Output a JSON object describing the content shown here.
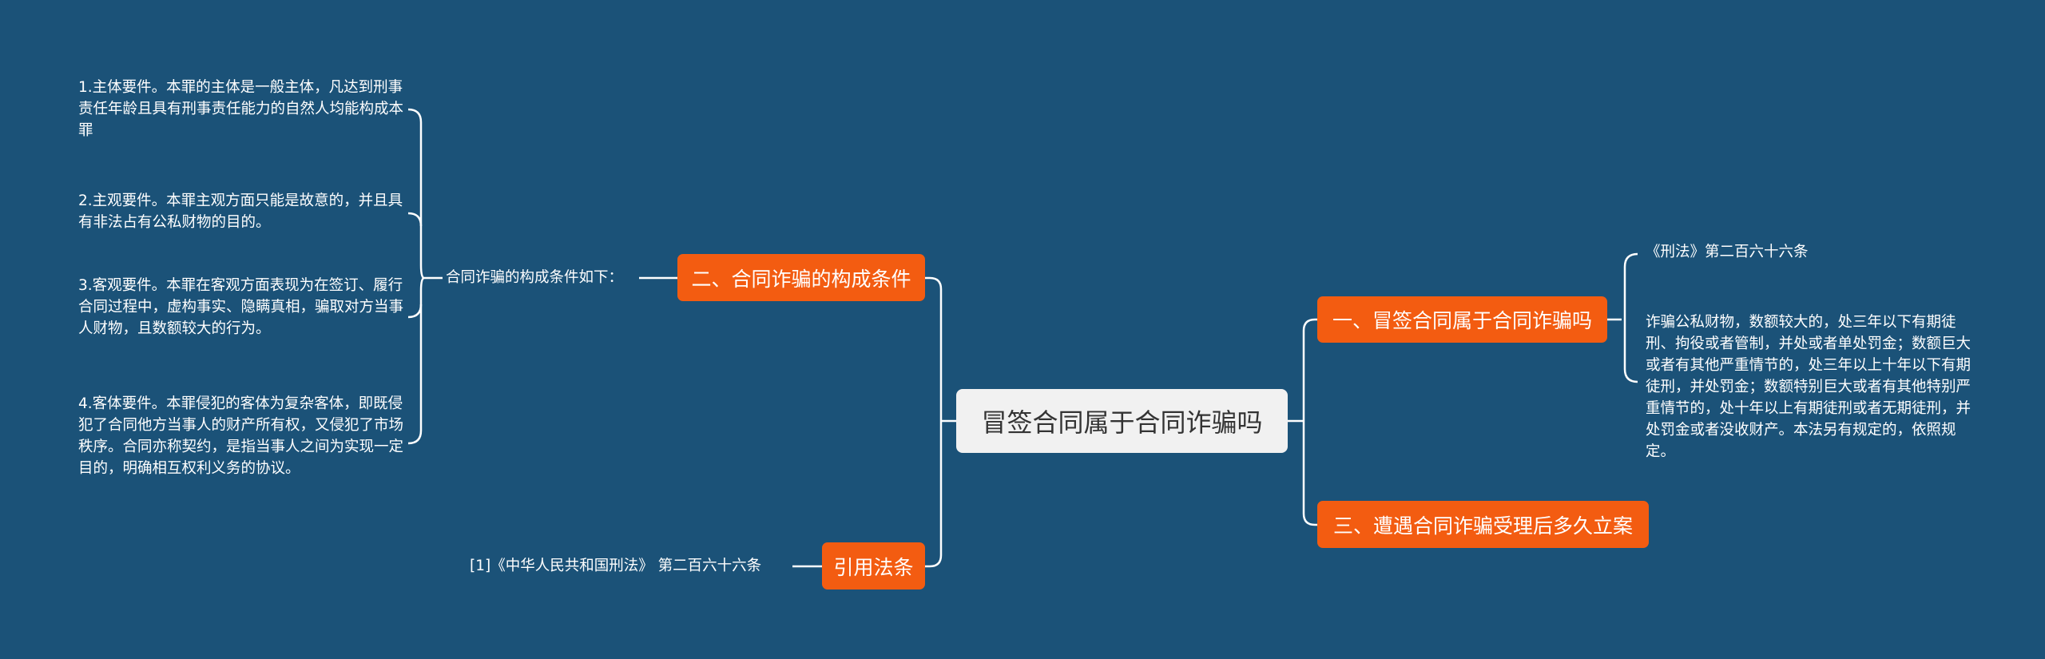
{
  "center": {
    "label": "冒签合同属于合同诈骗吗"
  },
  "left": {
    "branch1": {
      "label": "二、合同诈骗的构成条件",
      "intro": "合同诈骗的构成条件如下：",
      "items": [
        "1.主体要件。本罪的主体是一般主体，凡达到刑事责任年龄且具有刑事责任能力的自然人均能构成本罪",
        "2.主观要件。本罪主观方面只能是故意的，并且具有非法占有公私财物的目的。",
        "3.客观要件。本罪在客观方面表现为在签订、履行合同过程中，虚构事实、隐瞒真相，骗取对方当事人财物，且数额较大的行为。",
        "4.客体要件。本罪侵犯的客体为复杂客体，即既侵犯了合同他方当事人的财产所有权，又侵犯了市场秩序。合同亦称契约，是指当事人之间为实现一定目的，明确相互权利义务的协议。"
      ]
    },
    "branch2": {
      "label": "引用法条",
      "ref": "[1]《中华人民共和国刑法》 第二百六十六条"
    }
  },
  "right": {
    "branch1": {
      "label": "一、冒签合同属于合同诈骗吗",
      "title": "《刑法》第二百六十六条",
      "text": "诈骗公私财物，数额较大的，处三年以下有期徒刑、拘役或者管制，并处或者单处罚金；数额巨大或者有其他严重情节的，处三年以上十年以下有期徒刑，并处罚金；数额特别巨大或者有其他特别严重情节的，处十年以上有期徒刑或者无期徒刑，并处罚金或者没收财产。本法另有规定的，依照规定。"
    },
    "branch2": {
      "label": "三、遭遇合同诈骗受理后多久立案"
    }
  }
}
